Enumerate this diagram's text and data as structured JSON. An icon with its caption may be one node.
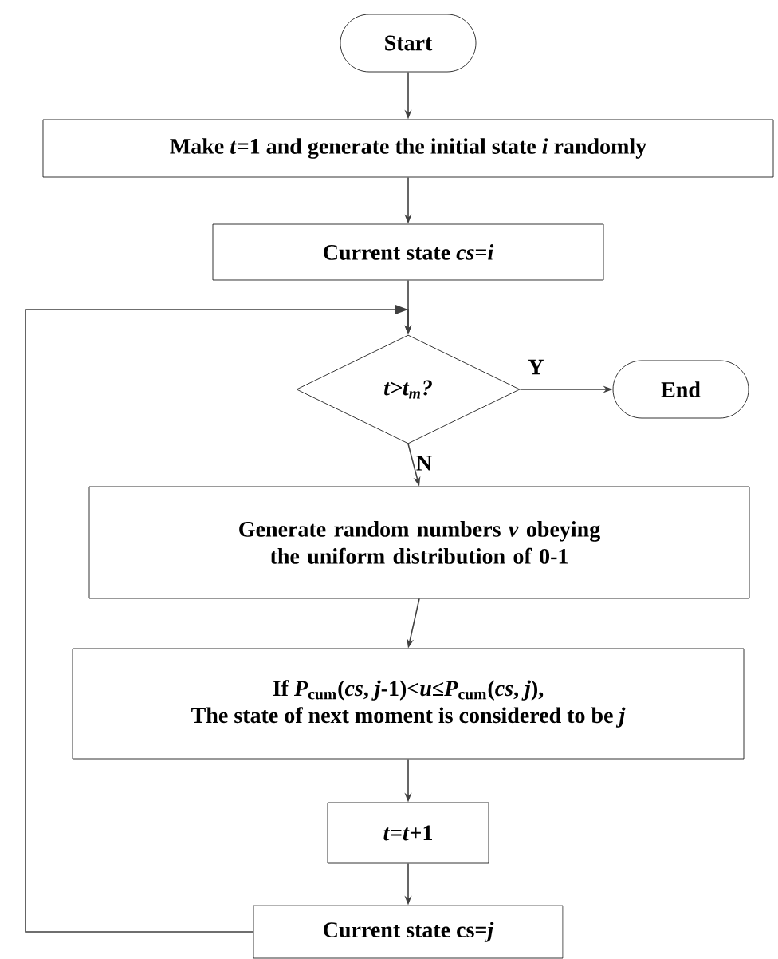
{
  "diagram": {
    "nodes": [
      {
        "text": [
          "Start"
        ]
      },
      {
        "text": [
          "Make *t*=1 and generate the initial state *i* randomly"
        ]
      },
      {
        "text": [
          "Current state *cs*=*i*"
        ]
      },
      {
        "text": [
          "t>t$_{m}$?"
        ]
      },
      {
        "text": [
          "End"
        ]
      },
      {
        "text": [
          "Generate random numbers *v* obeying the uniform distribution of 0-1"
        ]
      },
      {
        "text": [
          "If *P*$_{cum}$(*cs*, *j*-1)<*u*≤*P*$_{cum}$(*cs*, *j*),",
          "The state of next moment is considered to be *j*"
        ]
      },
      {
        "text": [
          "*t*=*t*+1"
        ]
      },
      {
        "text": [
          "Current state cs=*j*"
        ]
      }
    ],
    "edges": [
      {
        "from": 0,
        "to": 1,
        "arrow": "to"
      },
      {
        "from": 1,
        "to": 2,
        "arrow": "to"
      },
      {
        "from": 2,
        "to": 3,
        "arrow": "to"
      },
      {
        "from": 3,
        "to": 4,
        "arrow": "to",
        "label": "Y"
      },
      {
        "from": 3,
        "to": 5,
        "arrow": "to",
        "label": "N"
      },
      {
        "from": 5,
        "to": 6,
        "arrow": "to"
      },
      {
        "from": 6,
        "to": 7,
        "arrow": "to"
      },
      {
        "from": 7,
        "to": 8,
        "arrow": "to"
      },
      {
        "from": 8,
        "to": 3,
        "arrow": "to"
      }
    ]
  }
}
